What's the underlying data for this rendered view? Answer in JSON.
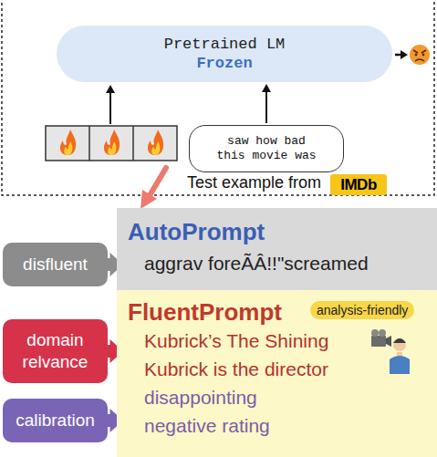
{
  "diagram": {
    "nodes": [
      {
        "text": [
          "Pretrained LM",
          "Frozen"
        ]
      },
      {
        "text": [
          "saw how bad this movie was"
        ]
      },
      {
        "text": [
          "IMDb"
        ]
      },
      {
        "text": [
          "AutoPrompt",
          "aggrav foreÃÂ!!\"screamed"
        ]
      },
      {
        "text": [
          "FluentPrompt",
          "Kubrick’s The Shining",
          "Kubrick is the director",
          "disappointing",
          "negative rating"
        ]
      },
      {
        "text": [
          "analysis-friendly"
        ],
        "in": 4
      },
      {
        "text": [
          "disfluent"
        ]
      },
      {
        "text": [
          "domain relvance"
        ]
      },
      {
        "text": [
          "calibration"
        ]
      }
    ],
    "edges": [
      {
        "from": 1,
        "to": 0,
        "arrow": "to"
      },
      {
        "from": 6,
        "to": 3,
        "arrow": "to"
      },
      {
        "from": 7,
        "to": 4,
        "arrow": "to"
      },
      {
        "from": 8,
        "to": 4,
        "arrow": "to"
      }
    ],
    "labels": [
      "Test example from"
    ]
  }
}
